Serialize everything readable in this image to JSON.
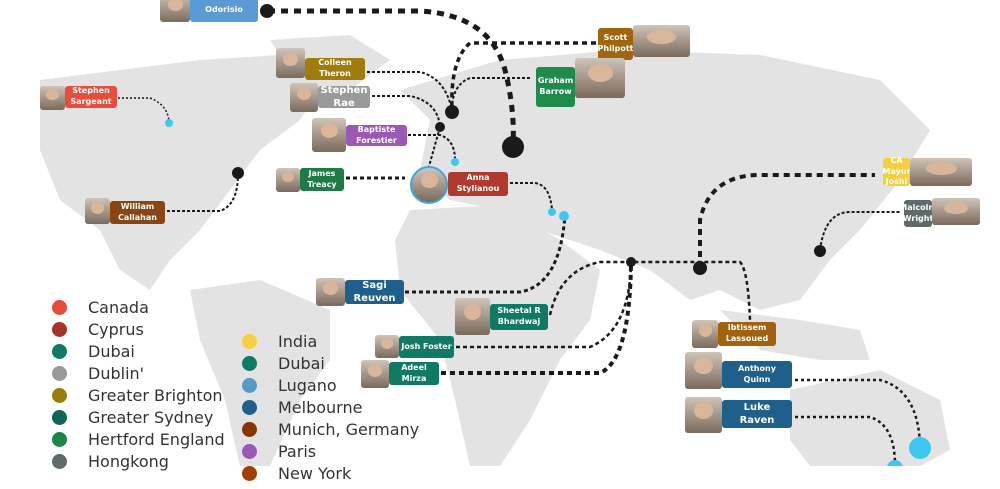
{
  "people": [
    {
      "lines": [
        "Odorisio"
      ],
      "color": "#5b9bd5"
    },
    {
      "lines": [
        "Stephen",
        "Sargeant"
      ],
      "color": "#e74c3c"
    },
    {
      "lines": [
        "Colleen",
        "Theron"
      ],
      "color": "#a07d0a"
    },
    {
      "lines": [
        "Stephen",
        "Rae"
      ],
      "color": "#9a9a9a"
    },
    {
      "lines": [
        "Baptiste",
        "Forestier"
      ],
      "color": "#9b59b6"
    },
    {
      "lines": [
        "James",
        "Treacy"
      ],
      "color": "#1e7b45"
    },
    {
      "lines": [
        "Anna Stylianou"
      ],
      "color": "#b03a2e"
    },
    {
      "lines": [
        "Scott",
        "Philpott"
      ],
      "color": "#a0660e"
    },
    {
      "lines": [
        "Graham",
        "Barrow"
      ],
      "color": "#1e8a4c"
    },
    {
      "lines": [
        "William",
        "Callahan"
      ],
      "color": "#8b4513"
    },
    {
      "lines": [
        "CA Mayur",
        "Joshi"
      ],
      "color": "#f4cf3f"
    },
    {
      "lines": [
        "Malcolm",
        "Wright"
      ],
      "color": "#5f6a6a"
    },
    {
      "lines": [
        "Sagi",
        "Reuven"
      ],
      "color": "#1f5f8b"
    },
    {
      "lines": [
        "Sheetal R",
        "Bhardwaj"
      ],
      "color": "#117a65"
    },
    {
      "lines": [
        "Josh Foster"
      ],
      "color": "#117a65"
    },
    {
      "lines": [
        "Adeel Mirza"
      ],
      "color": "#117a65"
    },
    {
      "lines": [
        "Ibtissem",
        "Lassoued"
      ],
      "color": "#a0620e"
    },
    {
      "lines": [
        "Anthony",
        "Quinn"
      ],
      "color": "#1f5f8b"
    },
    {
      "lines": [
        "Luke",
        "Raven"
      ],
      "color": "#1f5f8b"
    }
  ],
  "legend": {
    "col1": [
      {
        "label": "Canada",
        "color": "#e74c3c"
      },
      {
        "label": "Cyprus",
        "color": "#a93226"
      },
      {
        "label": "Dubai",
        "color": "#117a65"
      },
      {
        "label": "Dublin'",
        "color": "#999999"
      },
      {
        "label": "Greater Brighton",
        "color": "#9a7d0a"
      },
      {
        "label": "Greater Sydney",
        "color": "#0e6655"
      },
      {
        "label": "Hertford England",
        "color": "#1e8449"
      },
      {
        "label": "Hongkong",
        "color": "#5f6a6a"
      }
    ],
    "col2": [
      {
        "label": "India",
        "color": "#f4d03f"
      },
      {
        "label": "Dubai",
        "color": "#117a65"
      },
      {
        "label": "Lugano",
        "color": "#5499c7"
      },
      {
        "label": "Melbourne",
        "color": "#1f618d"
      },
      {
        "label": "Munich, Germany",
        "color": "#873600"
      },
      {
        "label": "Paris",
        "color": "#9b59b6"
      },
      {
        "label": "New York",
        "color": "#a04000"
      }
    ]
  }
}
